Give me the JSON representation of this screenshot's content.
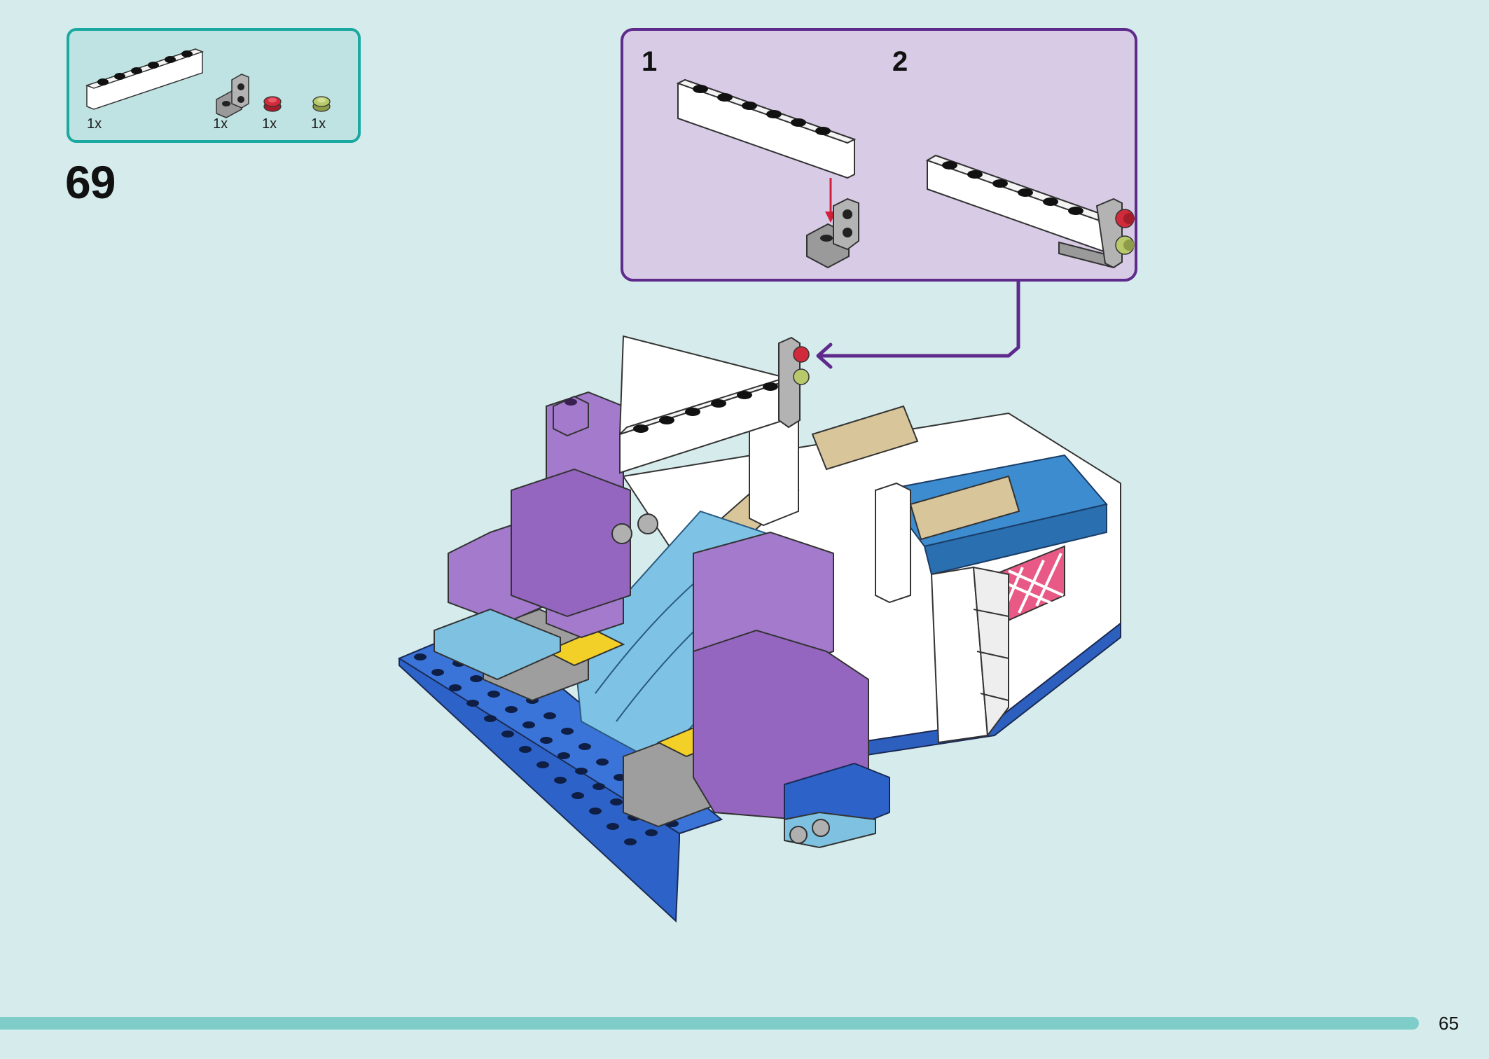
{
  "step": {
    "number": "69"
  },
  "parts": [
    {
      "name": "white-brick-1x6",
      "qty": "1x",
      "color": "#ffffff"
    },
    {
      "name": "gray-bracket",
      "qty": "1x",
      "color": "#9a9a9a"
    },
    {
      "name": "red-round-plate",
      "qty": "1x",
      "color": "#d12a3a"
    },
    {
      "name": "lime-round-plate",
      "qty": "1x",
      "color": "#b7c96a"
    }
  ],
  "substeps": [
    {
      "label": "1"
    },
    {
      "label": "2"
    }
  ],
  "colors": {
    "page_background": "#d6ecec",
    "parts_border": "#1ba8a0",
    "parts_fill": "#bfe3e2",
    "substep_border": "#5e2a8c",
    "substep_fill": "#d8cbe6",
    "footer_bar": "#7fcdc8",
    "arrow_red": "#d3203a"
  },
  "footer": {
    "page_number": "65"
  }
}
